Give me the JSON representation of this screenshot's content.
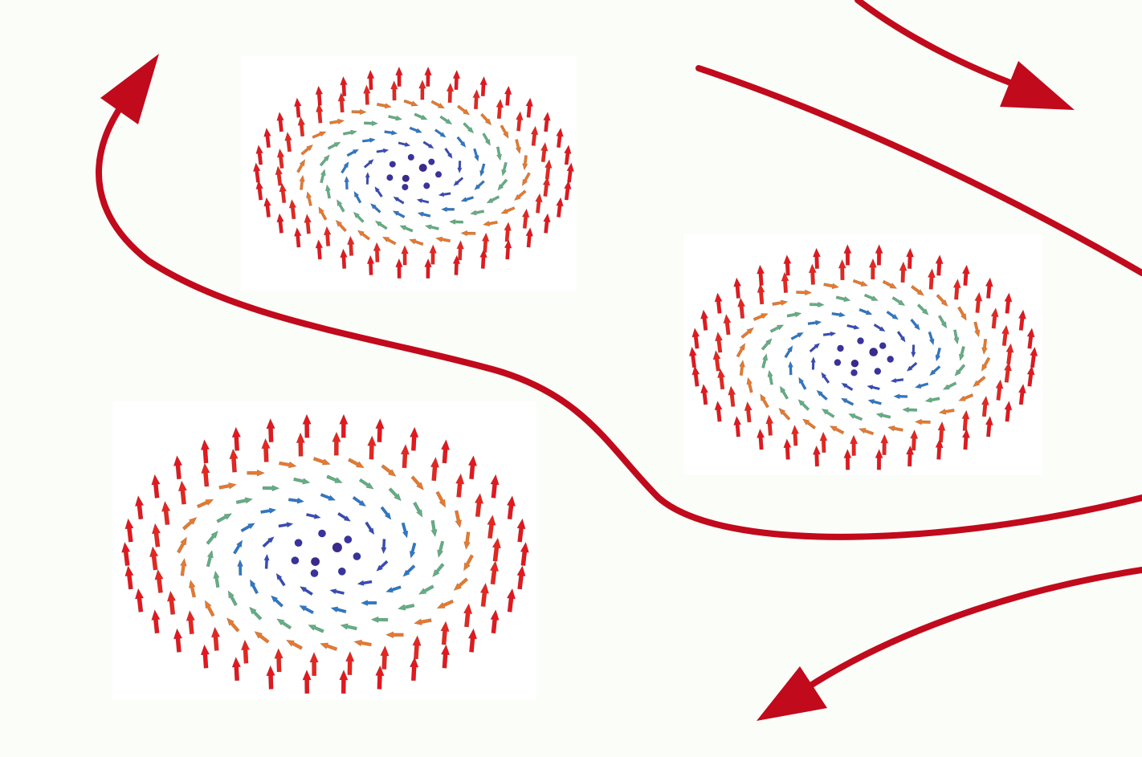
{
  "scene": {
    "background_color": "#fbfdf9",
    "panel_color": "#ffffff",
    "trajectory_color": "#c10a1c",
    "outer_ring_color": "#e4171e",
    "core_color": "#3a2a8c"
  },
  "skyrmions": [
    {
      "id": "top-left"
    },
    {
      "id": "middle-right"
    },
    {
      "id": "bottom-left"
    }
  ],
  "trajectories": [
    {
      "id": "upper-left-loop",
      "has_arrowhead": true
    },
    {
      "id": "top-right-curve",
      "has_arrowhead": true
    },
    {
      "id": "diagonal-line",
      "has_arrowhead": false
    },
    {
      "id": "s-curve",
      "has_arrowhead": false
    },
    {
      "id": "lower-right-curve",
      "has_arrowhead": true
    }
  ]
}
